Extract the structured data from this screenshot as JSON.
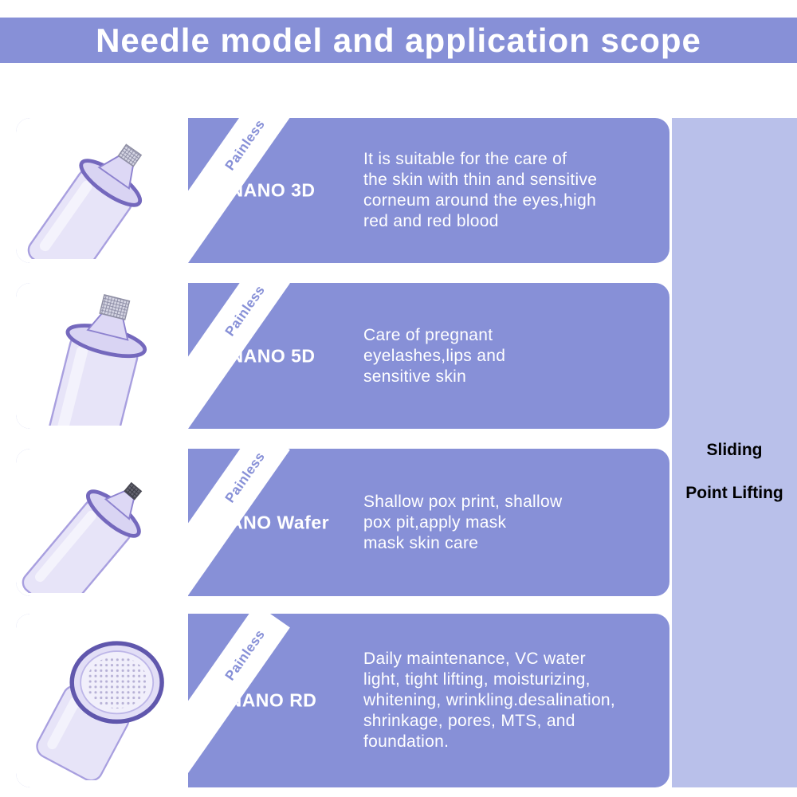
{
  "header": {
    "title": "Needle model and application scope"
  },
  "sidebar": {
    "line1": "Sliding",
    "line2": "Point Lifting"
  },
  "rows": [
    {
      "ribbon": "Painless",
      "model": "NANO 3D",
      "photo": "nano-3d-cartridge",
      "description": "It is suitable for the care of\nthe skin with thin and sensitive\ncorneum around the eyes,high\nred and red blood"
    },
    {
      "ribbon": "Painless",
      "model": "NANO 5D",
      "photo": "nano-5d-cartridge",
      "description": "Care of pregnant\neyelashes,lips and\nsensitive skin"
    },
    {
      "ribbon": "Painless",
      "model": "NANO Wafer",
      "photo": "nano-wafer-cartridge",
      "description": "Shallow pox print, shallow\npox pit,apply mask\nmask skin care"
    },
    {
      "ribbon": "Painless",
      "model": "NANO RD",
      "photo": "nano-rd-cartridge",
      "description": "Daily maintenance, VC water\nlight, tight lifting, moisturizing,\nwhitening, wrinkling.desalination,\nshrinkage, pores, MTS, and\nfoundation."
    }
  ],
  "colors": {
    "banner_bg": "#8790d7",
    "panel_bg": "#8790d7",
    "sidebar_bg": "#b9c0ea",
    "panel_text": "#ffffff",
    "ribbon_text": "#8790d7",
    "sidebar_text": "#000000"
  }
}
